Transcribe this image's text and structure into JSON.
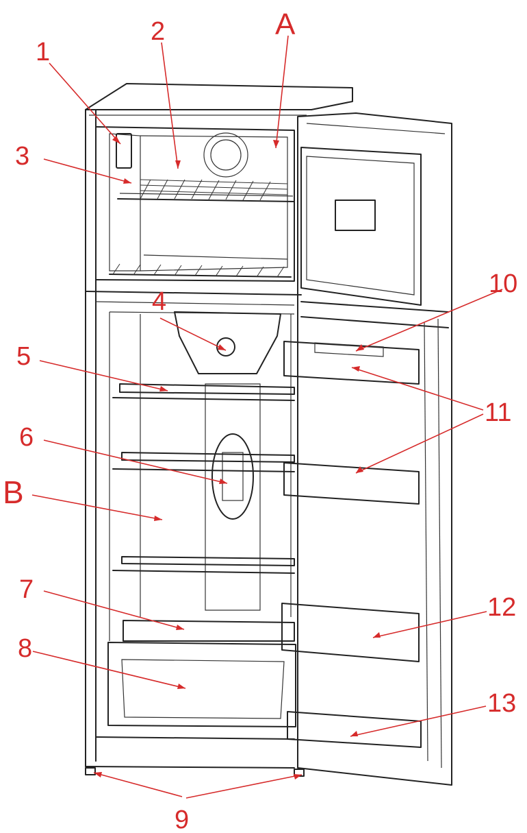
{
  "diagram": {
    "accent_color": "#d62b2b",
    "outline_color": "#222222",
    "callouts": [
      {
        "id": "1",
        "text": "1"
      },
      {
        "id": "2",
        "text": "2"
      },
      {
        "id": "A",
        "text": "A"
      },
      {
        "id": "3",
        "text": "3"
      },
      {
        "id": "10",
        "text": "10"
      },
      {
        "id": "4",
        "text": "4"
      },
      {
        "id": "5",
        "text": "5"
      },
      {
        "id": "11",
        "text": "11"
      },
      {
        "id": "6",
        "text": "6"
      },
      {
        "id": "B",
        "text": "B"
      },
      {
        "id": "7",
        "text": "7"
      },
      {
        "id": "12",
        "text": "12"
      },
      {
        "id": "8",
        "text": "8"
      },
      {
        "id": "13",
        "text": "13"
      },
      {
        "id": "9",
        "text": "9"
      }
    ]
  }
}
